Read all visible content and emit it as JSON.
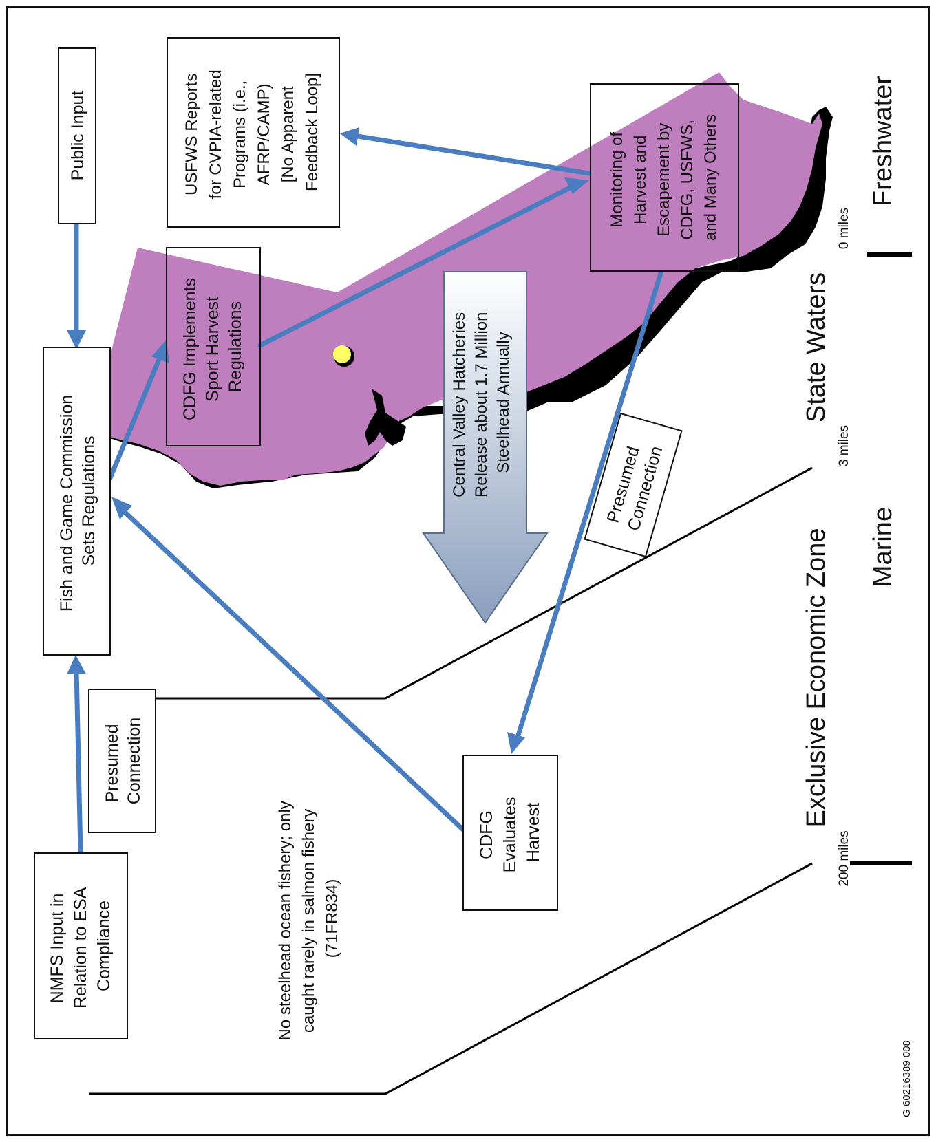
{
  "title": "",
  "boxes": {
    "public_input": "Public Input",
    "fgc": [
      "Fish and Game Commission",
      "Sets Regulations"
    ],
    "cdfg_implements": [
      "CDFG Implements",
      "Sport Harvest",
      "Regulations"
    ],
    "usfws_reports": [
      "USFWS Reports",
      "for CVPIA-related",
      "Programs (i.e.,",
      "AFRP/CAMP)",
      "[No Apparent",
      "Feedback Loop]"
    ],
    "monitoring": [
      "Monitoring of",
      "Harvest and",
      "Escapement by",
      "CDFG, USFWS,",
      "and Many Others"
    ],
    "presumed_top": [
      "Presumed",
      "Connection"
    ],
    "presumed_bottom": [
      "Presumed",
      "Connection"
    ],
    "cdfg_evaluates": [
      "CDFG",
      "Evaluates",
      "Harvest"
    ],
    "nmfs_input": [
      "NMFS Input in",
      "Relation to ESA",
      "Compliance"
    ]
  },
  "hatchery_arrow": [
    "Central Valley Hatcheries",
    "Release about 1.7 Million",
    "Steelhead Annually"
  ],
  "ocean_note": [
    "No steelhead ocean fishery; only",
    "caught rarely in salmon fishery",
    "(71FR834)"
  ],
  "zones": {
    "freshwater": "Freshwater",
    "state_waters": "State Waters",
    "eez": "Exclusive Economic Zone",
    "marine": "Marine"
  },
  "distances": {
    "zero": "0 miles",
    "three": "3 miles",
    "two_hundred": "200 miles"
  },
  "figure_id": "G 60216389 008",
  "colors": {
    "land": "#bf7fbf",
    "shadow": "#000000",
    "arrow_blue": "#4a7dbf",
    "hatchery_gradient_top": "#ffffff",
    "hatchery_gradient_bottom": "#8a9fbe",
    "city_dot": "#ffff66"
  }
}
